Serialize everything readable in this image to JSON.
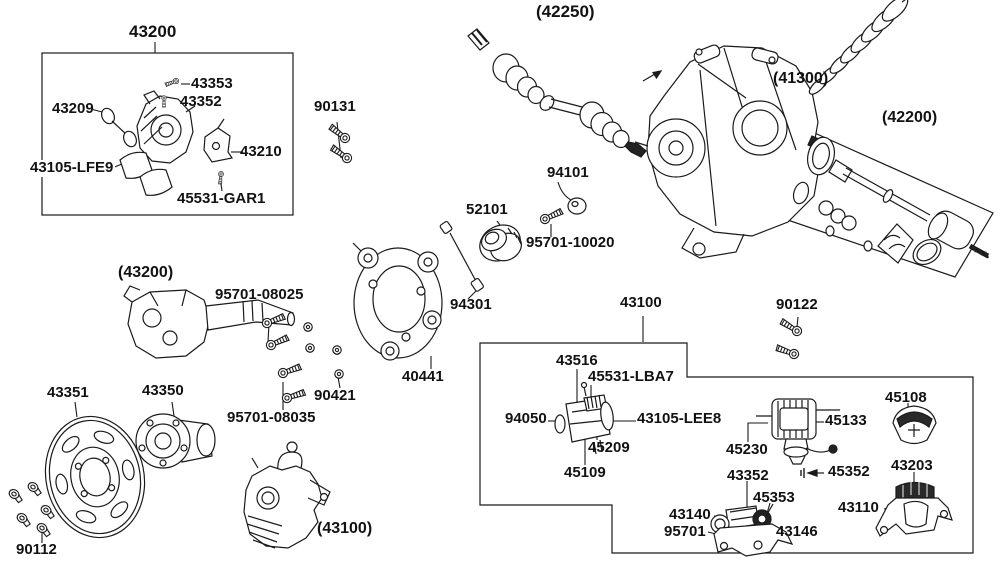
{
  "colors": {
    "line": "#1a1a1a",
    "text": "#121212",
    "background": "#ffffff",
    "dark_fill": "#222222"
  },
  "icons": {
    "direction_arrow": "➤",
    "pin_arrow": "➤"
  },
  "labels": {
    "assy_43200": "43200",
    "part_43353": "43353",
    "part_43352": "43352",
    "part_43209": "43209",
    "part_43210": "43210",
    "part_43105_lfe9": "43105-LFE9",
    "part_45531_gar1": "45531-GAR1",
    "part_90131": "90131",
    "assy_42250": "(42250)",
    "assy_41300": "(41300)",
    "assy_42200": "(42200)",
    "part_94101": "94101",
    "part_52101": "52101",
    "part_95701_10020": "95701-10020",
    "part_94301": "94301",
    "part_40441": "40441",
    "assy_43200_sub": "(43200)",
    "part_95701_08025": "95701-08025",
    "part_43350": "43350",
    "part_43351": "43351",
    "part_95701_08035": "95701-08035",
    "part_90421": "90421",
    "assy_43100": "43100",
    "part_90122": "90122",
    "part_43516": "43516",
    "part_45531_lba7": "45531-LBA7",
    "part_94050": "94050",
    "part_43105_lee8": "43105-LEE8",
    "part_45209": "45209",
    "part_45109": "45109",
    "part_45230": "45230",
    "part_45133": "45133",
    "part_45108": "45108",
    "part_45352": "45352",
    "part_43203": "43203",
    "part_43352_b": "43352",
    "part_45353": "45353",
    "part_43140": "43140",
    "part_95701": "95701",
    "part_43146": "43146",
    "part_43110": "43110",
    "assy_43100_sub": "(43100)",
    "part_90112": "90112"
  }
}
